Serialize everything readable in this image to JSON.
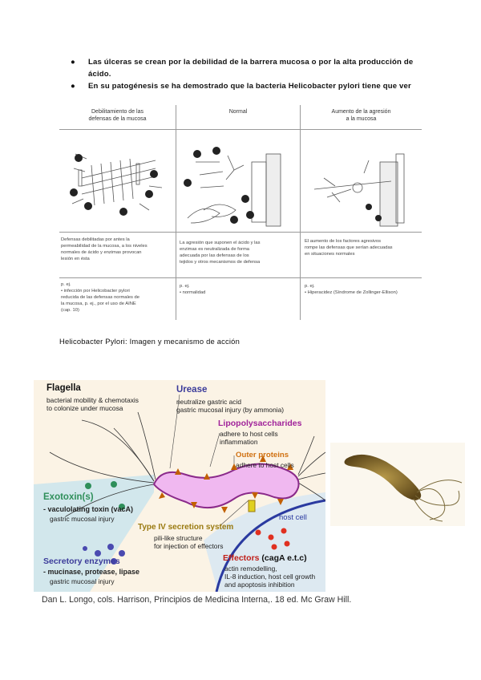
{
  "bullets": [
    {
      "line1": "Las úlceras se crean por la debilidad de la barrera mucosa o por la alta producción de",
      "line2": "ácido."
    },
    {
      "line1": "En su patogénesis se ha demostrado que la bacteria Helicobacter pylori tiene que ver",
      "line2": ""
    }
  ],
  "figure1": {
    "col1": {
      "head1": "Debilitamiento de las",
      "head2": "defensas de la mucosa",
      "desc": [
        "Defensas debilitadas por antes la",
        "permeabilidad de la mucosa, a los niveles",
        "normales de ácido y enzimas provocan",
        "lesión en ésta"
      ],
      "ex": [
        "p. ej.",
        "• infección por Helicobacter pylori",
        "reducida de las defensas normales de",
        "la mucosa, p. ej., por el uso de AINE",
        "(cap. 10)"
      ]
    },
    "col2": {
      "head1": "Normal",
      "head2": "",
      "desc": [
        "La agresión que suponen el ácido y las",
        "enzimas es neutralizada de forma",
        "adecuada por las defensas de los",
        "tejidos y otros mecanismos de defensa"
      ],
      "ex": [
        "p. ej.",
        "• normalidad"
      ]
    },
    "col3": {
      "head1": "Aumento de la agresión",
      "head2": "a la mucosa",
      "desc": [
        "El aumento de los factores agresivos",
        "rompe las defensas que serían adecuadas",
        "en situaciones normales"
      ],
      "ex": [
        "p. ej.",
        "• Hiperacidez (Síndrome de Zollinger-Ellison)"
      ]
    }
  },
  "caption1": "Helicobacter Pylori: Imagen y mecanismo de acción",
  "figure2": {
    "flagella": {
      "title": "Flagella",
      "l1": "bacterial mobility & chemotaxis",
      "l2": "to colonize under mucosa"
    },
    "urease": {
      "title": "Urease",
      "l1": "neutralize gastric acid",
      "l2": "gastric mucosal injury (by ammonia)"
    },
    "lps": {
      "title": "Lipopolysaccharides",
      "l1": "adhere to host cells",
      "l2": "inflammation"
    },
    "outer": {
      "title": "Outer proteins",
      "l1": "adhere to host cells"
    },
    "exotoxin": {
      "title": "Exotoxin(s)",
      "l1": "- vaculolating toxin (vacA)",
      "l2": "gastric mucosal injury"
    },
    "t4ss": {
      "title": "Type IV secretion system",
      "l1": "pili-like structure",
      "l2": "for injection of effectors"
    },
    "hostcell": "host cell",
    "secretory": {
      "title": "Secretory enzymes",
      "l1": "- mucinase, protease, lipase",
      "l2": "gastric mucosal injury"
    },
    "effectors": {
      "title": "Effectors",
      "suffix": " (cagA e.t.c)",
      "l1": "actin remodelling,",
      "l2": "IL-8 induction, host cell growth",
      "l3": "and apoptosis inhibition"
    }
  },
  "credit": "Dan L. Longo, cols. Harrison, Principios de Medicina Interna,. 18 ed. Mc Graw Hill.",
  "colors": {
    "urease": "#3b3b9a",
    "lps": "#a0229a",
    "outer": "#d07010",
    "exotoxin": "#2f8f5a",
    "secretory": "#3b3b9a",
    "t4ss": "#9a7a10",
    "effectors": "#c0201a",
    "hostcell": "#2a3aa0",
    "body": "#f0b8f0"
  }
}
